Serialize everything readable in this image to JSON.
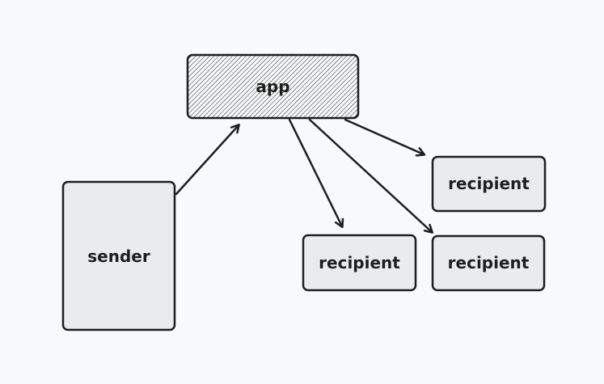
{
  "diagram": {
    "nodes": {
      "app": {
        "label": "app"
      },
      "sender": {
        "label": "sender"
      },
      "recipient_top": {
        "label": "recipient"
      },
      "recipient_bottom_left": {
        "label": "recipient"
      },
      "recipient_bottom_right": {
        "label": "recipient"
      }
    },
    "edges": [
      {
        "from": "sender",
        "to": "app"
      },
      {
        "from": "app",
        "to": "recipient_top"
      },
      {
        "from": "app",
        "to": "recipient_bottom_left"
      },
      {
        "from": "app",
        "to": "recipient_bottom_right"
      }
    ],
    "colors": {
      "background": "#f8f9fa",
      "box_fill": "#e9ecef",
      "stroke": "#1e1e1e",
      "app_hatch": "#1e1e1e"
    }
  }
}
